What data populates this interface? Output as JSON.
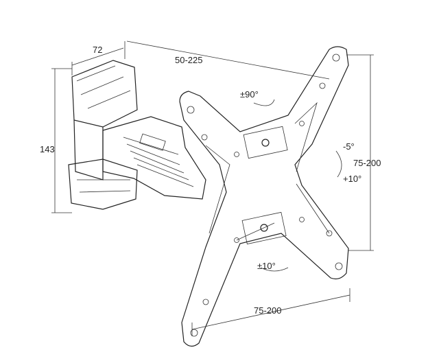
{
  "title": "Full-motion TV wall mount technical drawing",
  "dimensions": {
    "bracket_depth": "72",
    "arm_extension": "50-225",
    "bracket_height": "143",
    "vesa_vertical": "75-200",
    "vesa_horizontal": "75-200"
  },
  "angles": {
    "swivel": "±90°",
    "tilt_up": "-5°",
    "tilt_down": "+10°",
    "rotation": "±10°"
  }
}
